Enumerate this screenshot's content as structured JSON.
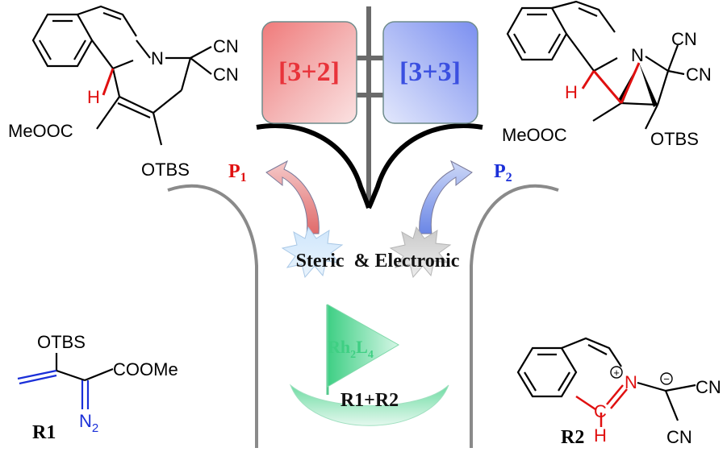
{
  "boxes": {
    "left": {
      "label": "[3+2]",
      "color": "#e8333a"
    },
    "right": {
      "label": "[3+3]",
      "color": "#3a4fe0"
    }
  },
  "central_labels": {
    "factors": "Steric  & Electronic",
    "catalyst_main": "Rh",
    "catalyst_sub1": "2",
    "catalyst_L": "L",
    "catalyst_sub2": "4",
    "reactants": "R1+R2"
  },
  "products": {
    "p1": {
      "label": "P",
      "sub": "1",
      "color": "#e01010"
    },
    "p2": {
      "label": "P",
      "sub": "2",
      "color": "#1a2fd8"
    }
  },
  "molecule_p1": {
    "n": "N",
    "cn_a": "CN",
    "cn_b": "CN",
    "h": "H",
    "ester": "MeOOC",
    "otbs": "OTBS"
  },
  "molecule_p2": {
    "n": "N",
    "cn_a": "CN",
    "cn_b": "CN",
    "h": "H",
    "ester": "MeOOC",
    "otbs": "OTBS"
  },
  "molecule_r1": {
    "name": "R1",
    "otbs": "OTBS",
    "ester": "COOMe",
    "n2_main": "N",
    "n2_sub": "2"
  },
  "molecule_r2": {
    "name": "R2",
    "n": "N",
    "c": "C",
    "h": "H",
    "plus": "+",
    "minus": "−",
    "cn_a": "CN",
    "cn_b": "CN"
  },
  "colors": {
    "highlight_red": "#e01010",
    "highlight_blue": "#1a2fd8",
    "flag_green": "#3fcf83"
  }
}
